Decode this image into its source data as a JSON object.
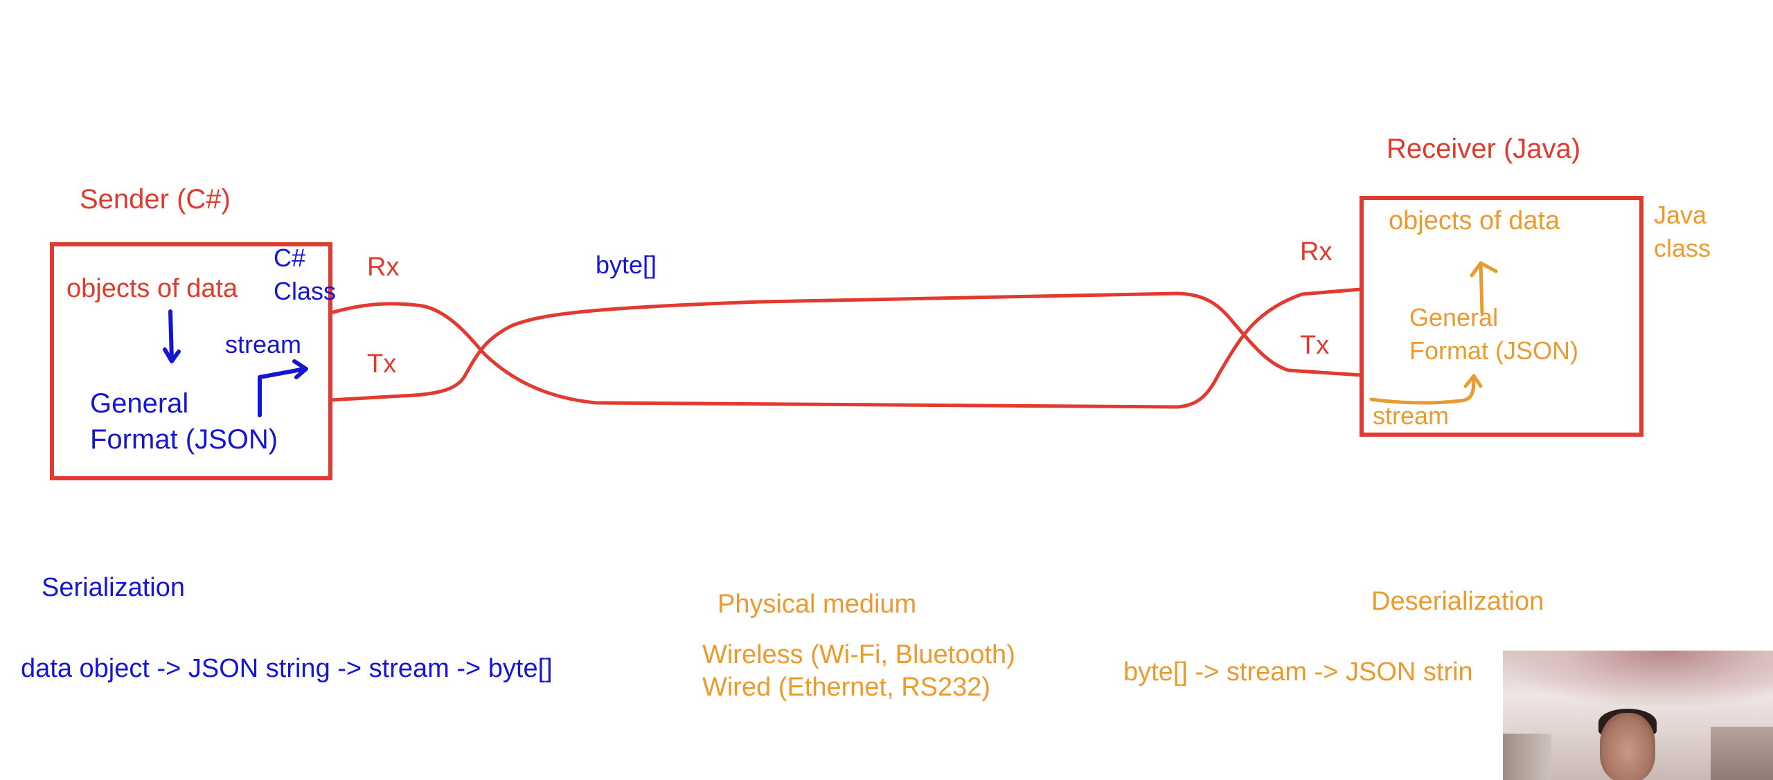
{
  "colors": {
    "red": "#de3b2f",
    "blue": "#1515d4",
    "orange": "#eb9a2e"
  },
  "sender": {
    "title": "Sender (C#)",
    "class_label_line1": "C#",
    "class_label_line2": "Class",
    "objects": "objects of data",
    "stream": "stream",
    "general_line1": "General",
    "general_line2": "Format (JSON)"
  },
  "receiver": {
    "title": "Receiver (Java)",
    "class_label_line1": "Java",
    "class_label_line2": "class",
    "objects": "objects of data",
    "general_line1": "General",
    "general_line2": "Format (JSON)",
    "stream": "stream"
  },
  "wire_labels": {
    "sender_rx": "Rx",
    "sender_tx": "Tx",
    "receiver_rx": "Rx",
    "receiver_tx": "Tx",
    "byte_array": "byte[]"
  },
  "serialization": {
    "title": "Serialization",
    "pipeline": "data object -> JSON string -> stream -> byte[]"
  },
  "physical": {
    "title": "Physical medium",
    "line1": "Wireless (Wi-Fi, Bluetooth)",
    "line2": "Wired (Ethernet, RS232)"
  },
  "deserialization": {
    "title": "Deserialization",
    "pipeline": "byte[] -> stream -> JSON strin"
  }
}
